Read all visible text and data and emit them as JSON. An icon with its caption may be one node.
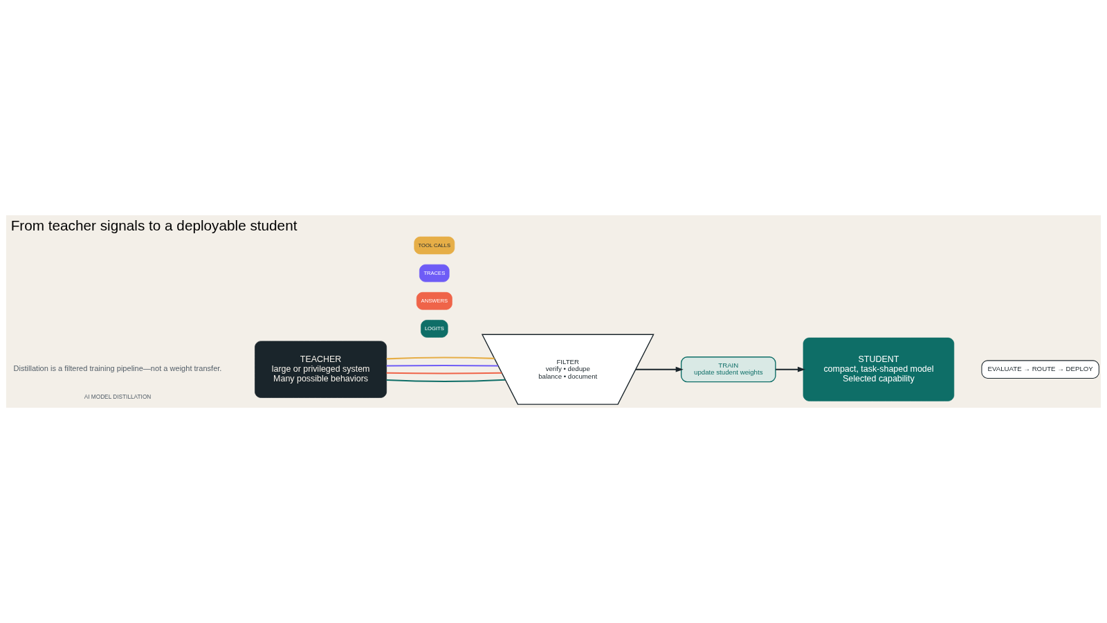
{
  "diagram": {
    "title": "From teacher signals to a deployable student",
    "nodes": [
      {
        "text": [
          "TEACHER",
          "large or privileged system",
          "Many possible behaviors"
        ]
      },
      {
        "text": [
          "LOGITS"
        ]
      },
      {
        "text": [
          "ANSWERS"
        ]
      },
      {
        "text": [
          "TRACES"
        ]
      },
      {
        "text": [
          "TOOL CALLS"
        ]
      },
      {
        "text": [
          "FILTER",
          "verify • dedupe",
          "balance • document"
        ]
      },
      {
        "text": [
          "TRAIN",
          "update student weights"
        ]
      },
      {
        "text": [
          "STUDENT",
          "compact, task-shaped model",
          "Selected capability"
        ]
      },
      {
        "text": [
          "EVALUATE → ROUTE → DEPLOY"
        ]
      }
    ],
    "edges": [
      {
        "from": 0,
        "to": 5,
        "arrow": "none",
        "color": "#0e6e67"
      },
      {
        "from": 0,
        "to": 5,
        "arrow": "none",
        "color": "#ef6449"
      },
      {
        "from": 0,
        "to": 5,
        "arrow": "none",
        "color": "#6e5cf6"
      },
      {
        "from": 0,
        "to": 5,
        "arrow": "none",
        "color": "#e6ae47"
      },
      {
        "from": 5,
        "to": 6,
        "arrow": "to"
      },
      {
        "from": 6,
        "to": 7,
        "arrow": "to"
      }
    ],
    "labels": [
      "Distillation is a filtered training pipeline—not a weight transfer.",
      "AI MODEL DISTILLATION"
    ]
  }
}
